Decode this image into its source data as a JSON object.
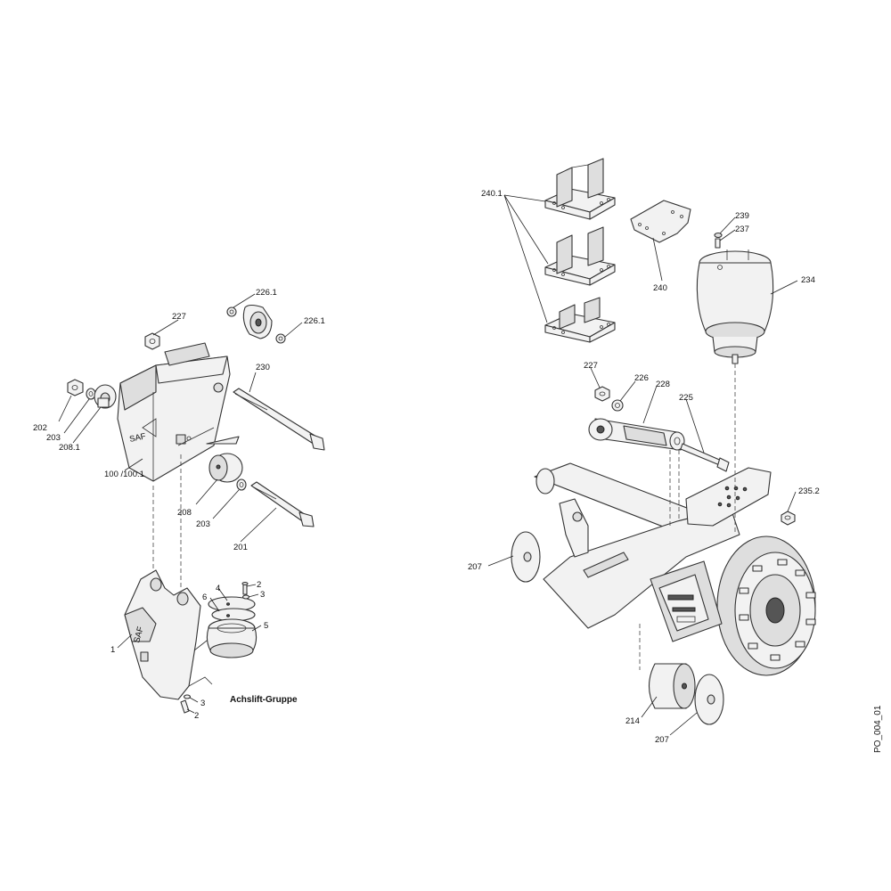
{
  "diagram": {
    "group_label": "Achslift-Gruppe",
    "drawing_id": "PO_004_01",
    "callouts": {
      "c240_1": "240.1",
      "c240": "240",
      "c239": "239",
      "c237": "237",
      "c234": "234",
      "c227r": "227",
      "c226": "226",
      "c228": "228",
      "c225": "225",
      "c235_2": "235.2",
      "c207a": "207",
      "c214": "214",
      "c207b": "207",
      "c226_1a": "226.1",
      "c226_1b": "226.1",
      "c227l": "227",
      "c230": "230",
      "c202": "202",
      "c203a": "203",
      "c208_1": "208.1",
      "c100": "100 /100.1",
      "c208": "208",
      "c203b": "203",
      "c201": "201",
      "c2a": "2",
      "c3a": "3",
      "c4": "4",
      "c6": "6",
      "c5": "5",
      "c1": "1",
      "c3b": "3",
      "c2b": "2"
    },
    "bracket_logo": "SAF"
  }
}
